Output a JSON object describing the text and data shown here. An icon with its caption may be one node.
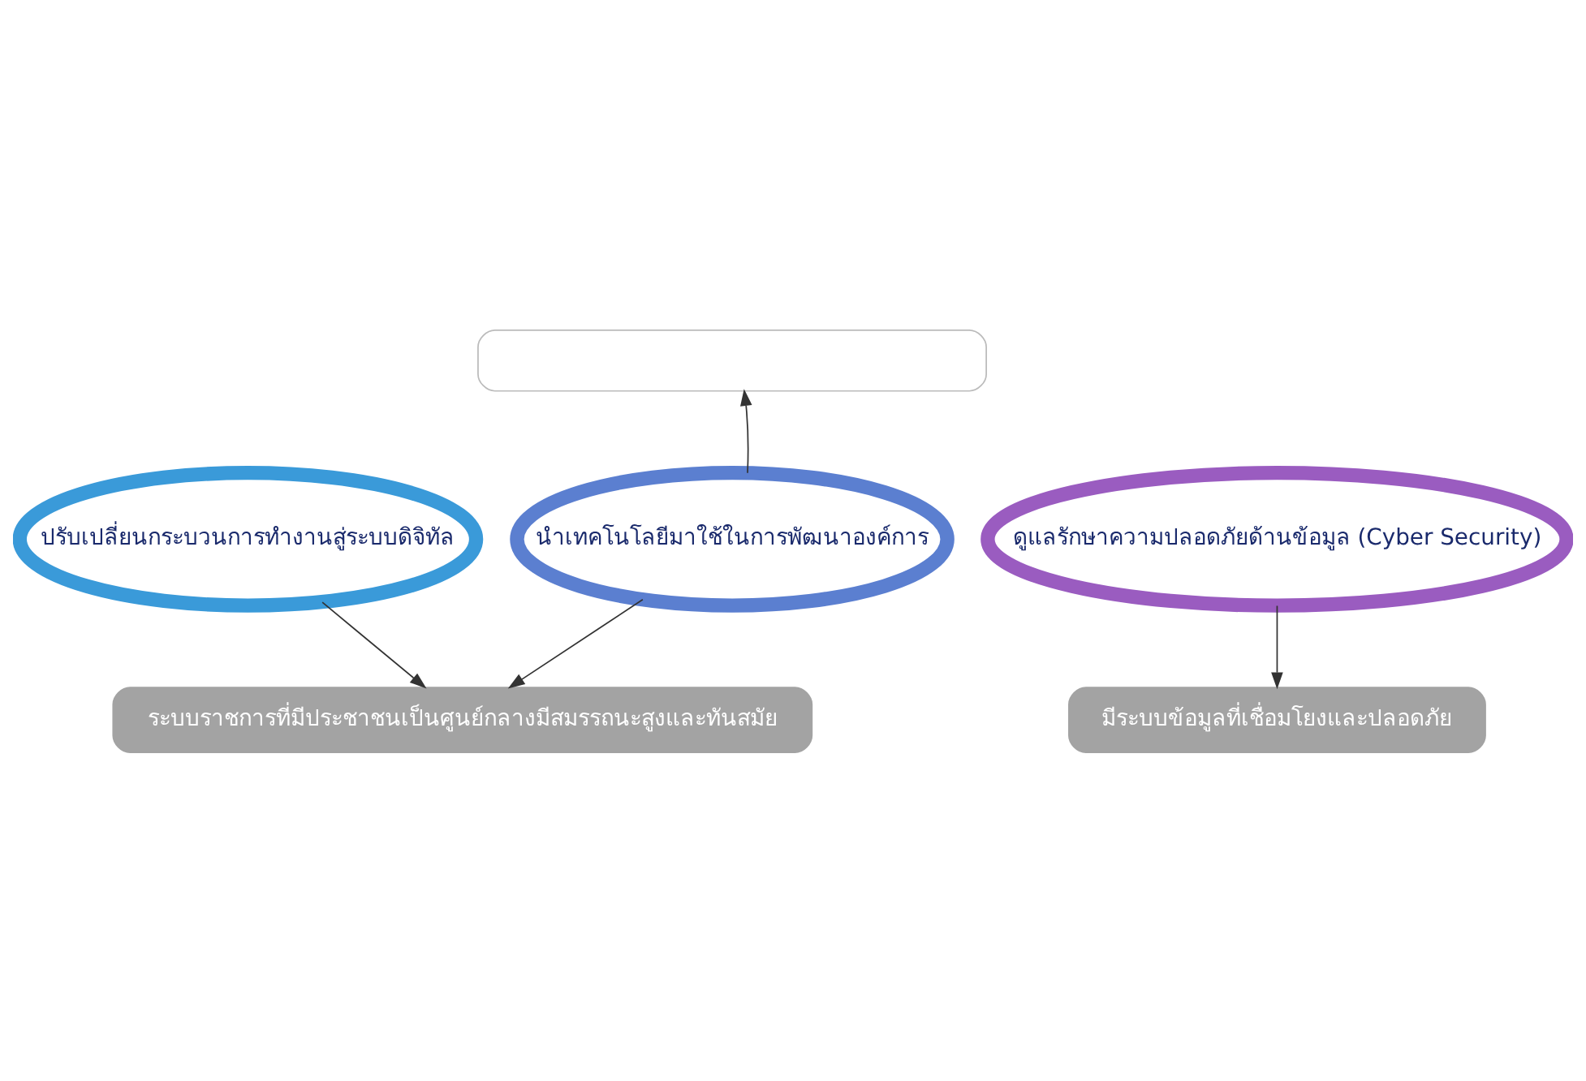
{
  "diagram": {
    "nodes": [
      {
        "text": [],
        "shape": "box"
      },
      {
        "text": [
          "ปรับเปลี่ยนกระบวนการทำงานสู่ระบบดิจิทัล"
        ]
      },
      {
        "text": [
          "นำเทคโนโลยีมาใช้ในการพัฒนาองค์การ"
        ]
      },
      {
        "text": [
          "ดูแลรักษาความปลอดภัยด้านข้อมูล (Cyber Security)"
        ]
      },
      {
        "text": [
          "ระบบราชการที่มีประชาชนเป็นศูนย์กลางมีสมรรถนะสูงและทันสมัย"
        ]
      },
      {
        "text": [
          "มีระบบข้อมูลที่เชื่อมโยงและปลอดภัย"
        ]
      }
    ],
    "edges": [
      {
        "from": 2,
        "to": 0,
        "arrow": "to"
      },
      {
        "from": 1,
        "to": 4,
        "arrow": "to"
      },
      {
        "from": 2,
        "to": 4,
        "arrow": "to"
      },
      {
        "from": 3,
        "to": 5,
        "arrow": "to"
      }
    ]
  }
}
